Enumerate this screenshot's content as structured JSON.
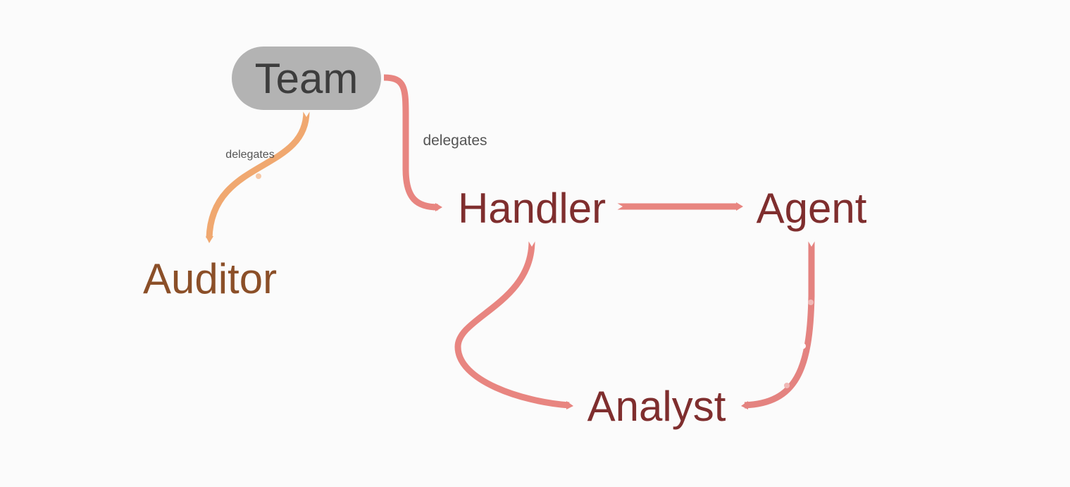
{
  "nodes": {
    "team": "Team",
    "handler": "Handler",
    "agent": "Agent",
    "analyst": "Analyst",
    "auditor": "Auditor"
  },
  "edges": {
    "team_auditor": "delegates",
    "team_handler": "delegates"
  },
  "colors": {
    "orange_edge": "#f0a870",
    "red_edge": "#e88580",
    "node_dark_red": "#7f2e2e",
    "node_brown": "#8b4f28",
    "root_fill": "#b3b3b3",
    "root_text": "#3d3d3d"
  }
}
